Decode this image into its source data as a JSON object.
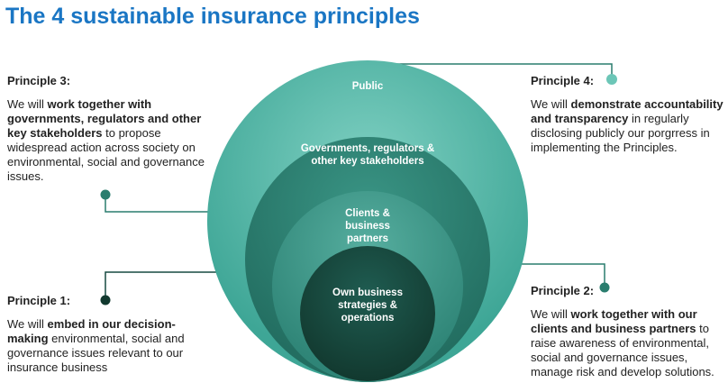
{
  "title": "The 4 sustainable insurance principles",
  "circles": {
    "public": "Public",
    "governments": "Governments, regulators & other key stakeholders",
    "clients": "Clients & business partners",
    "own": "Own business strategies & operations"
  },
  "principles": {
    "p3": {
      "title": "Principle 3:",
      "pre": "We will ",
      "bold": "work together with governments, regulators and other key stakeholders",
      "post": " to propose widespread action across society on environmental, social and governance issues."
    },
    "p4": {
      "title": "Principle 4:",
      "pre": "We will ",
      "bold": "demonstrate accountability and transparency",
      "post": " in regularly disclosing publicly our porgrress in implementing the Principles."
    },
    "p1": {
      "title": "Principle 1:",
      "pre": "We will ",
      "bold": "embed in our decision-making",
      "post": " environmental, social and governance issues relevant to our insurance business"
    },
    "p2": {
      "title": "Principle 2:",
      "pre": "We will ",
      "bold": "work together with our clients and business partners",
      "post": " to raise awareness of environmental, social and governance issues, manage risk and develop solutions."
    }
  },
  "colors": {
    "title": "#1a76c4",
    "public": "#5fbdae",
    "governments": "#2c7f71",
    "clients": "#3f9688",
    "own": "#174a40"
  }
}
